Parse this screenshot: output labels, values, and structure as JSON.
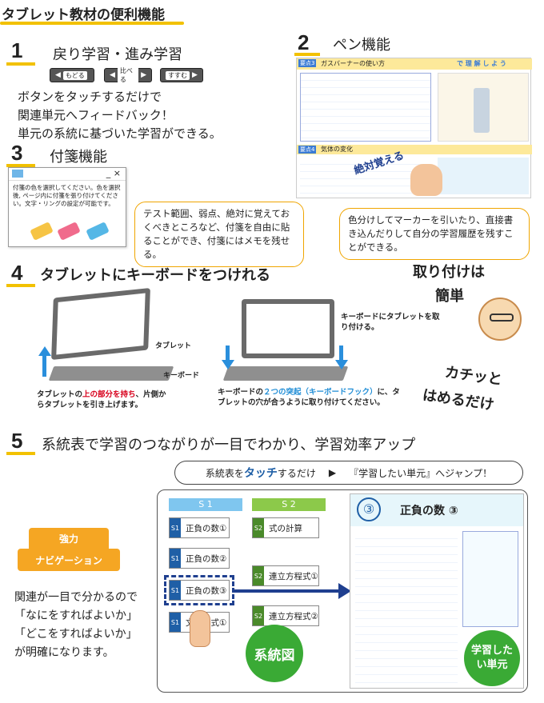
{
  "page": {
    "title": "タブレット教材の便利機能"
  },
  "sec1": {
    "num": "1",
    "heading": "戻り学習・進み学習",
    "buttons": [
      "もどる",
      "比べる",
      "すすむ"
    ],
    "lines": [
      "ボタンをタッチするだけで",
      "関連単元へフィードバック！",
      "単元の系統に基づいた学習ができる。"
    ]
  },
  "sec2": {
    "num": "2",
    "heading": "ペン機能",
    "scan_title_a": "ガスバーナーの使い方",
    "scan_title_b": "気体の変化",
    "scan_tag": "要点3",
    "scan_tag2": "要点4",
    "scan_right": "で 理 解 し よ う",
    "handwriting": "絶対覚える",
    "callout": "色分けしてマーカーを引いたり、直接書き込んだりして自分の学習履歴を残すことができる。"
  },
  "sec3": {
    "num": "3",
    "heading": "付箋機能",
    "window_text": "付箋の色を選択してください。色を選択後, ページ内に付箋を張り付けてください。文字・リングの設定が可能です。",
    "window_controls": "_ ×",
    "callout": "テスト範囲、弱点、絶対に覚えておくべきところなど、付箋を自由に貼ることができ、付箋にはメモを残せる。",
    "note_colors": [
      "#f6c445",
      "#f06b8c",
      "#55b7e6"
    ]
  },
  "sec4": {
    "num": "4",
    "heading": "タブレットにキーボードをつけれる",
    "label_tablet": "タブレット",
    "label_keyboard": "キーボード",
    "label_attach": "キーボードにタブレットを取り付ける。",
    "caption_left_a": "タブレットの",
    "caption_left_b": "上の部分を持ち",
    "caption_left_c": "、片側からタブレットを引き上げます。",
    "caption_right_a": "キーボードの",
    "caption_right_b": "２つの突起（キーボードフック）",
    "caption_right_c": "に、タブレットの穴が合うように取り付けてください。",
    "hand_a": "取り付けは",
    "hand_b": "簡単",
    "hand_c": "カチッと",
    "hand_d": "はめるだけ"
  },
  "sec5": {
    "num": "5",
    "heading": "系統表で学習のつながりが一目でわかり、学習効率アップ",
    "jump_left_a": "系統表を",
    "jump_left_b": "タッチ",
    "jump_left_c": "するだけ",
    "jump_arrow": "▶",
    "jump_right": "『学習したい単元』へジャンプ！",
    "badge_a": "強力",
    "badge_b": "ナビゲーション",
    "lines": [
      "関連が一目で分かるので",
      "「なにをすればよいか」",
      "「どこをすればよいか」",
      "が明確になります。"
    ],
    "col_s1": "S 1",
    "col_s2": "S 2",
    "tiles_left": [
      "正負の数①",
      "正負の数②",
      "正負の数③",
      "文字と式①"
    ],
    "tiles_right": [
      "式の計算",
      "連立方程式①",
      "連立方程式②"
    ],
    "tag_s1": "S1",
    "tag_s2": "S2",
    "circle_a": "系統図",
    "circle_b": "学習したい単元",
    "unit_num": "③",
    "unit_title": "正負の数 ③"
  },
  "colors": {
    "accent_yellow": "#f2c100",
    "orange": "#f5a623",
    "blue": "#1f8dd6",
    "green": "#3aaa35",
    "navy": "#1f3f8f",
    "red": "#d8001c"
  }
}
